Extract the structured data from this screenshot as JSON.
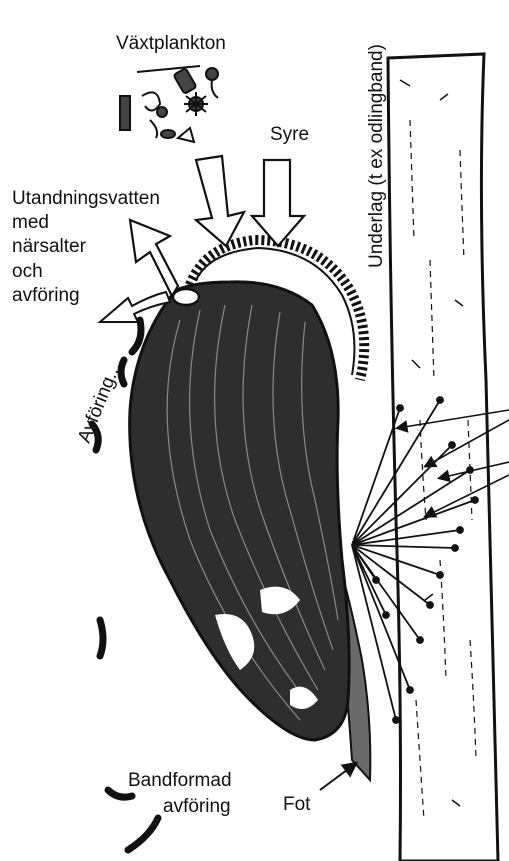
{
  "labels": {
    "phytoplankton": "Växtplankton",
    "oxygen": "Syre",
    "exhalant_line1": "Utandningsvatten",
    "exhalant_line2": "med",
    "exhalant_line3": "närsalter",
    "exhalant_line4": "och",
    "exhalant_line5": "avföring",
    "feces_falling": "Avföring...",
    "substrate": "Underlag (t ex odlingband)",
    "ribbon_feces_line1": "Bandformad",
    "ribbon_feces_line2": "avföring",
    "foot": "Fot"
  },
  "colors": {
    "ink": "#111111",
    "shell": "#2e2e2e",
    "paper": "#ffffff"
  }
}
